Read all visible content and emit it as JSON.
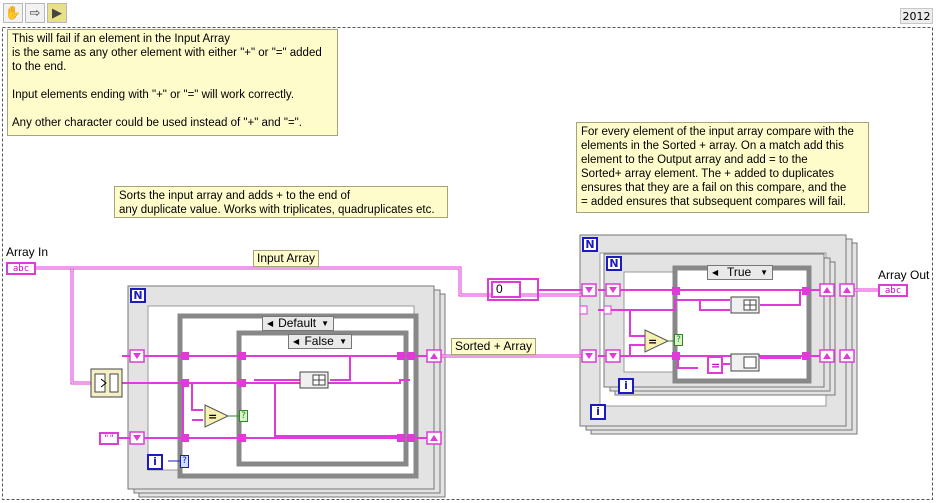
{
  "toolbar": {
    "icons": [
      "hand-icon",
      "arrow-right-icon",
      "labview-run-icon"
    ]
  },
  "version_label": "2012",
  "notes": {
    "fail_note": "This will fail if an element in the Input Array\nis the same as any other element with either \"+\" or \"=\" added\nto the end.\n\nInput elements ending with \"+\" or \"=\" will work correctly.\n\nAny other character could be used instead of \"+\" and \"=\".",
    "sort_note": "Sorts the input array and adds + to the end of\nany duplicate value. Works with triplicates, quadruplicates etc.",
    "compare_note": "For every element of the input array compare with the\nelements in the Sorted + array. On a match add this\nelement to the Output array and add = to the\nSorted+ array element. The + added to duplicates\nensures that they are a fail on this compare, and the\n= added ensures that subsequent compares will fail."
  },
  "labels": {
    "array_in": "Array In",
    "array_out": "Array Out",
    "input_array_wire": "Input Array",
    "sorted_array_wire": "Sorted + Array"
  },
  "controls": {
    "array_in_terminal": "abc",
    "array_out_terminal": "abc",
    "zero_constant": "0",
    "empty_string_constant": "\"\""
  },
  "case_structures": {
    "outer_case_left": "Default",
    "inner_case_left": "False",
    "case_right": "True"
  },
  "loops": {
    "for_loop_symbol": "N",
    "iteration_symbol": "i"
  },
  "colors": {
    "string_wire": "#e03ad8",
    "structure_border": "#808080",
    "note_background": "#fffccc",
    "loop_terminal": "#1b1bbf",
    "boolean_wire": "#2a8a2a"
  }
}
